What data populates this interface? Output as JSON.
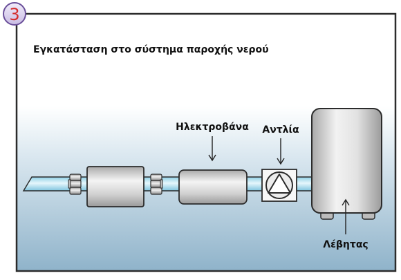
{
  "step": {
    "number": "3"
  },
  "diagram": {
    "title": "Εγκατάσταση στο σύστημα παροχής νερού",
    "labels": {
      "solenoid_valve": "Ηλεκτροβάνα",
      "pump": "Αντλία",
      "boiler": "Λέβητας"
    }
  },
  "colors": {
    "frame_border": "#2b2b2b",
    "badge_fill": "#dcd4ec",
    "badge_stroke": "#6a4f9a",
    "badge_text": "#d42b2b",
    "water_top": "#ffffff",
    "water_bottom": "#8fb4cc",
    "pipe": "#bfe6f2",
    "device_metal": "#d9d9d9"
  }
}
